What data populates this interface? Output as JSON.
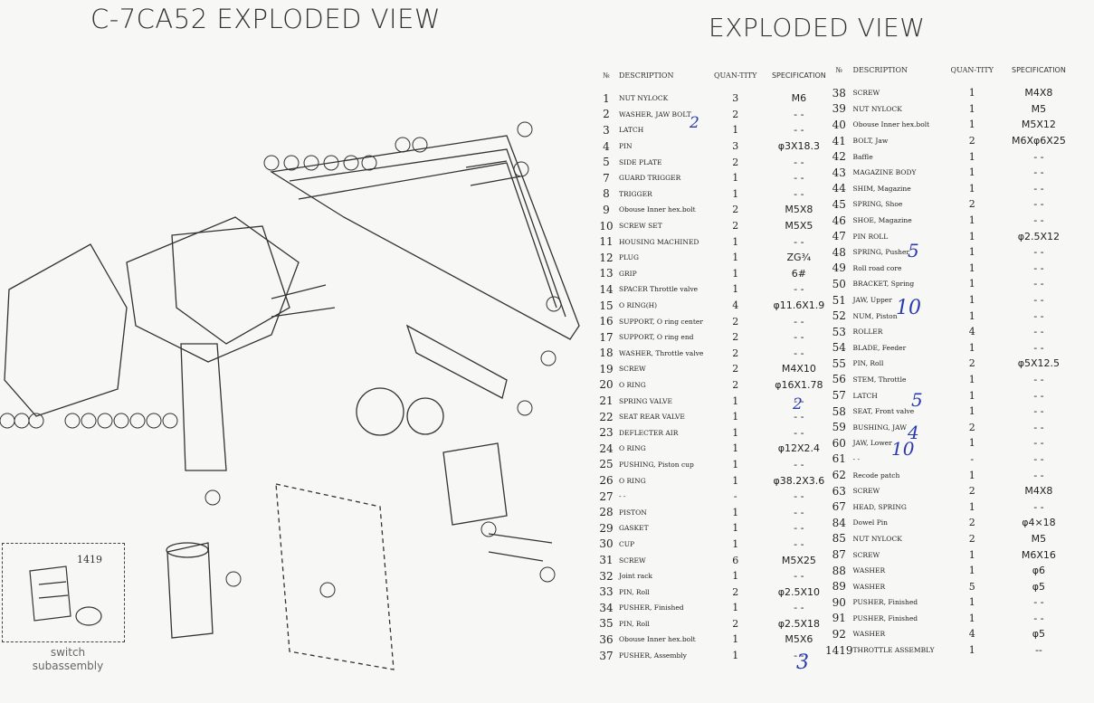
{
  "titles": {
    "left": "C-7CA52  EXPLODED VIEW",
    "right": "EXPLODED VIEW"
  },
  "headers": {
    "no": "№",
    "description": "DESCRIPTION",
    "quantity": "QUAN-TITY",
    "specification": "SPECIFICATION"
  },
  "inset": {
    "label": "1419",
    "caption_line1": "switch",
    "caption_line2": "subassembly"
  },
  "table_left": [
    {
      "no": "1",
      "desc": "NUT NYLOCK",
      "qty": "3",
      "spec": "M6"
    },
    {
      "no": "2",
      "desc": "WASHER, JAW BOLT",
      "qty": "2",
      "spec": "- -"
    },
    {
      "no": "3",
      "desc": "LATCH",
      "qty": "1",
      "spec": "- -"
    },
    {
      "no": "4",
      "desc": "PIN",
      "qty": "3",
      "spec": "φ3X18.3"
    },
    {
      "no": "5",
      "desc": "SIDE PLATE",
      "qty": "2",
      "spec": "- -"
    },
    {
      "no": "7",
      "desc": "GUARD TRIGGER",
      "qty": "1",
      "spec": "- -"
    },
    {
      "no": "8",
      "desc": "TRIGGER",
      "qty": "1",
      "spec": "- -"
    },
    {
      "no": "9",
      "desc": "Obouse Inner hex.bolt",
      "qty": "2",
      "spec": "M5X8"
    },
    {
      "no": "10",
      "desc": "SCREW SET",
      "qty": "2",
      "spec": "M5X5"
    },
    {
      "no": "11",
      "desc": "HOUSING MACHINED",
      "qty": "1",
      "spec": "- -"
    },
    {
      "no": "12",
      "desc": "PLUG",
      "qty": "1",
      "spec": "ZG¾"
    },
    {
      "no": "13",
      "desc": "GRIP",
      "qty": "1",
      "spec": "6#"
    },
    {
      "no": "14",
      "desc": "SPACER Throttle valve",
      "qty": "1",
      "spec": "- -"
    },
    {
      "no": "15",
      "desc": "O RING(H)",
      "qty": "4",
      "spec": "φ11.6X1.9"
    },
    {
      "no": "16",
      "desc": "SUPPORT, O ring center",
      "qty": "2",
      "spec": "- -"
    },
    {
      "no": "17",
      "desc": "SUPPORT, O ring end",
      "qty": "2",
      "spec": "- -"
    },
    {
      "no": "18",
      "desc": "WASHER, Throttle valve",
      "qty": "2",
      "spec": "- -"
    },
    {
      "no": "19",
      "desc": "SCREW",
      "qty": "2",
      "spec": "M4X10"
    },
    {
      "no": "20",
      "desc": "O RING",
      "qty": "2",
      "spec": "φ16X1.78"
    },
    {
      "no": "21",
      "desc": "SPRING VALVE",
      "qty": "1",
      "spec": "- -"
    },
    {
      "no": "22",
      "desc": "SEAT REAR VALVE",
      "qty": "1",
      "spec": "- -"
    },
    {
      "no": "23",
      "desc": "DEFLECTER AIR",
      "qty": "1",
      "spec": "- -"
    },
    {
      "no": "24",
      "desc": "O RING",
      "qty": "1",
      "spec": "φ12X2.4"
    },
    {
      "no": "25",
      "desc": "PUSHING, Piston cup",
      "qty": "1",
      "spec": "- -"
    },
    {
      "no": "26",
      "desc": "O RING",
      "qty": "1",
      "spec": "φ38.2X3.6"
    },
    {
      "no": "27",
      "desc": "- -",
      "qty": "-",
      "spec": "- -"
    },
    {
      "no": "28",
      "desc": "PISTON",
      "qty": "1",
      "spec": "- -"
    },
    {
      "no": "29",
      "desc": "GASKET",
      "qty": "1",
      "spec": "- -"
    },
    {
      "no": "30",
      "desc": "CUP",
      "qty": "1",
      "spec": "- -"
    },
    {
      "no": "31",
      "desc": "SCREW",
      "qty": "6",
      "spec": "M5X25"
    },
    {
      "no": "32",
      "desc": "Joint rack",
      "qty": "1",
      "spec": "- -"
    },
    {
      "no": "33",
      "desc": "PIN, Roll",
      "qty": "2",
      "spec": "φ2.5X10"
    },
    {
      "no": "34",
      "desc": "PUSHER, Finished",
      "qty": "1",
      "spec": "- -"
    },
    {
      "no": "35",
      "desc": "PIN, Roll",
      "qty": "2",
      "spec": "φ2.5X18"
    },
    {
      "no": "36",
      "desc": "Obouse Inner hex.bolt",
      "qty": "1",
      "spec": "M5X6"
    },
    {
      "no": "37",
      "desc": "PUSHER, Assembly",
      "qty": "1",
      "spec": "- -"
    }
  ],
  "table_right": [
    {
      "no": "38",
      "desc": "SCREW",
      "qty": "1",
      "spec": "M4X8"
    },
    {
      "no": "39",
      "desc": "NUT NYLOCK",
      "qty": "1",
      "spec": "M5"
    },
    {
      "no": "40",
      "desc": "Obouse Inner hex.bolt",
      "qty": "1",
      "spec": "M5X12"
    },
    {
      "no": "41",
      "desc": "BOLT, Jaw",
      "qty": "2",
      "spec": "M6Xφ6X25"
    },
    {
      "no": "42",
      "desc": "Baffle",
      "qty": "1",
      "spec": "- -"
    },
    {
      "no": "43",
      "desc": "MAGAZINE BODY",
      "qty": "1",
      "spec": "- -"
    },
    {
      "no": "44",
      "desc": "SHIM, Magazine",
      "qty": "1",
      "spec": "- -"
    },
    {
      "no": "45",
      "desc": "SPRING, Shoe",
      "qty": "2",
      "spec": "- -"
    },
    {
      "no": "46",
      "desc": "SHOE, Magazine",
      "qty": "1",
      "spec": "- -"
    },
    {
      "no": "47",
      "desc": "PIN ROLL",
      "qty": "1",
      "spec": "φ2.5X12"
    },
    {
      "no": "48",
      "desc": "SPRING, Pusher",
      "qty": "1",
      "spec": "- -"
    },
    {
      "no": "49",
      "desc": "Roll road core",
      "qty": "1",
      "spec": "- -"
    },
    {
      "no": "50",
      "desc": "BRACKET, Spring",
      "qty": "1",
      "spec": "- -"
    },
    {
      "no": "51",
      "desc": "JAW, Upper",
      "qty": "1",
      "spec": "- -"
    },
    {
      "no": "52",
      "desc": "NUM, Piston",
      "qty": "1",
      "spec": "- -"
    },
    {
      "no": "53",
      "desc": "ROLLER",
      "qty": "4",
      "spec": "- -"
    },
    {
      "no": "54",
      "desc": "BLADE, Feeder",
      "qty": "1",
      "spec": "- -"
    },
    {
      "no": "55",
      "desc": "PIN, Roll",
      "qty": "2",
      "spec": "φ5X12.5"
    },
    {
      "no": "56",
      "desc": "STEM, Throttle",
      "qty": "1",
      "spec": "- -"
    },
    {
      "no": "57",
      "desc": "LATCH",
      "qty": "1",
      "spec": "- -"
    },
    {
      "no": "58",
      "desc": "SEAT, Front valve",
      "qty": "1",
      "spec": "- -"
    },
    {
      "no": "59",
      "desc": "BUSHING, JAW",
      "qty": "2",
      "spec": "- -"
    },
    {
      "no": "60",
      "desc": "JAW, Lower",
      "qty": "1",
      "spec": "- -"
    },
    {
      "no": "61",
      "desc": "- -",
      "qty": "-",
      "spec": "- -"
    },
    {
      "no": "62",
      "desc": "Recode patch",
      "qty": "1",
      "spec": "- -"
    },
    {
      "no": "63",
      "desc": "SCREW",
      "qty": "2",
      "spec": "M4X8"
    },
    {
      "no": "67",
      "desc": "HEAD, SPRING",
      "qty": "1",
      "spec": "- -"
    },
    {
      "no": "84",
      "desc": "Dowel Pin",
      "qty": "2",
      "spec": "φ4×18"
    },
    {
      "no": "85",
      "desc": "NUT NYLOCK",
      "qty": "2",
      "spec": "M5"
    },
    {
      "no": "87",
      "desc": "SCREW",
      "qty": "1",
      "spec": "M6X16"
    },
    {
      "no": "88",
      "desc": "WASHER",
      "qty": "1",
      "spec": "φ6"
    },
    {
      "no": "89",
      "desc": "WASHER",
      "qty": "5",
      "spec": "φ5"
    },
    {
      "no": "90",
      "desc": "PUSHER, Finished",
      "qty": "1",
      "spec": "- -"
    },
    {
      "no": "91",
      "desc": "PUSHER, Finished",
      "qty": "1",
      "spec": "- -"
    },
    {
      "no": "92",
      "desc": "WASHER",
      "qty": "4",
      "spec": "φ5"
    },
    {
      "no": "1419",
      "desc": "THROTTLE ASSEMBLY",
      "qty": "1",
      "spec": "--"
    }
  ],
  "handwritten": {
    "n2a": "2",
    "n2b": "2",
    "n3": "3",
    "n5a": "5",
    "n10a": "10",
    "n5b": "5",
    "n4": "4",
    "n10b": "10"
  },
  "colors": {
    "ink": "#222222",
    "handwriting": "#2a3bb0"
  }
}
